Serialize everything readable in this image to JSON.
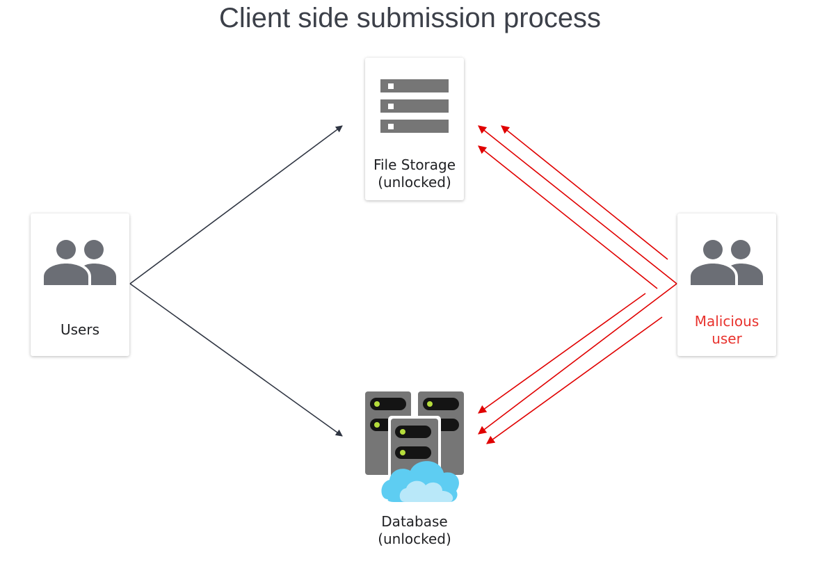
{
  "title": "Client side submission process",
  "nodes": {
    "users": {
      "label": "Users",
      "icon": "users-icon"
    },
    "file_storage": {
      "label_line1": "File Storage",
      "label_line2": "(unlocked)",
      "icon": "file-storage-icon"
    },
    "database": {
      "label_line1": "Database",
      "label_line2": "(unlocked)",
      "icon": "database-cloud-icon"
    },
    "malicious_user": {
      "label_line1": "Malicious",
      "label_line2": "user",
      "icon": "users-icon"
    }
  },
  "edges": [
    {
      "from": "users",
      "to": "file_storage",
      "color": "#2f3542"
    },
    {
      "from": "users",
      "to": "database",
      "color": "#2f3542"
    },
    {
      "from": "malicious_user",
      "to": "file_storage",
      "color": "#e00000",
      "count": 3
    },
    {
      "from": "malicious_user",
      "to": "database",
      "color": "#e00000",
      "count": 3
    }
  ],
  "colors": {
    "icon_gray": "#6b6e75",
    "server_gray": "#767676",
    "led_green": "#b5dc3c",
    "cloud_blue": "#5ecdf2",
    "cloud_light": "#b9e8f9",
    "malicious_text": "#e8322d"
  }
}
